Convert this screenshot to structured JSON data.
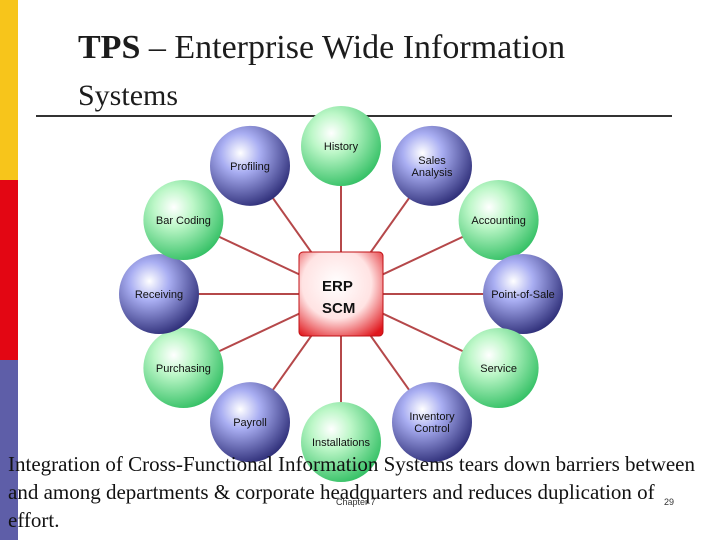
{
  "slide": {
    "title_bold": "TPS",
    "title_rest": " – Enterprise Wide Information",
    "title_line2": "Systems",
    "caption": "Integration of Cross-Functional Information Systems tears down barriers between and among departments & corporate headquarters and reduces duplication of effort.",
    "footer_chapter": "Chapter 7",
    "footer_page": "29"
  },
  "diagram": {
    "center": {
      "line1": "ERP",
      "line2": "SCM"
    },
    "nodes": [
      {
        "label": "History",
        "lines": [
          "History"
        ],
        "color": "green"
      },
      {
        "label": "Sales Analysis",
        "lines": [
          "Sales",
          "Analysis"
        ],
        "color": "blue"
      },
      {
        "label": "Accounting",
        "lines": [
          "Accounting"
        ],
        "color": "green"
      },
      {
        "label": "Point-of-Sale",
        "lines": [
          "Point-of-Sale"
        ],
        "color": "blue"
      },
      {
        "label": "Service",
        "lines": [
          "Service"
        ],
        "color": "green"
      },
      {
        "label": "Inventory Control",
        "lines": [
          "Inventory",
          "Control"
        ],
        "color": "blue"
      },
      {
        "label": "Installations",
        "lines": [
          "Installations"
        ],
        "color": "green"
      },
      {
        "label": "Payroll",
        "lines": [
          "Payroll"
        ],
        "color": "blue"
      },
      {
        "label": "Purchasing",
        "lines": [
          "Purchasing"
        ],
        "color": "green"
      },
      {
        "label": "Receiving",
        "lines": [
          "Receiving"
        ],
        "color": "blue"
      },
      {
        "label": "Bar Coding",
        "lines": [
          "Bar Coding"
        ],
        "color": "green"
      },
      {
        "label": "Profiling",
        "lines": [
          "Profiling"
        ],
        "color": "blue"
      }
    ],
    "colors": {
      "green_light": "#e9ffe9",
      "green_dark": "#4fd47a",
      "blue_light": "#d8dcff",
      "blue_dark": "#3a3a86",
      "center_light": "#ffffff",
      "center_dark": "#e8161c",
      "spoke": "#b5484a"
    }
  }
}
